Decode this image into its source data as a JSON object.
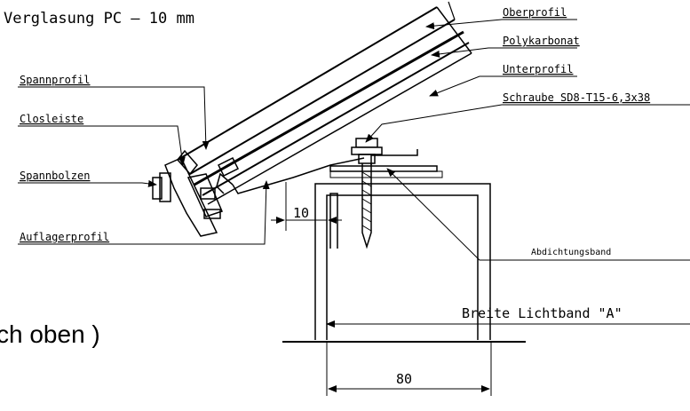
{
  "drawing": {
    "heading": "Verglasung  PC – 10 mm",
    "labels": {
      "oberprofil": "Oberprofil",
      "polykarbonat": "Polykarbonat",
      "unterprofil": "Unterprofil",
      "schraube": "Schraube SD8-T15-6,3x38",
      "spannprofil": "Spannprofil",
      "closleiste": "Closleiste",
      "spannbolzen": "Spannbolzen",
      "auflagerprofil": "Auflagerprofil",
      "abdichtungsband": "Abdichtungsband",
      "breite": "Breite Lichtband \"A\""
    },
    "dimensions": {
      "gap": "10",
      "width": "80"
    },
    "side_note": "ch oben )"
  }
}
